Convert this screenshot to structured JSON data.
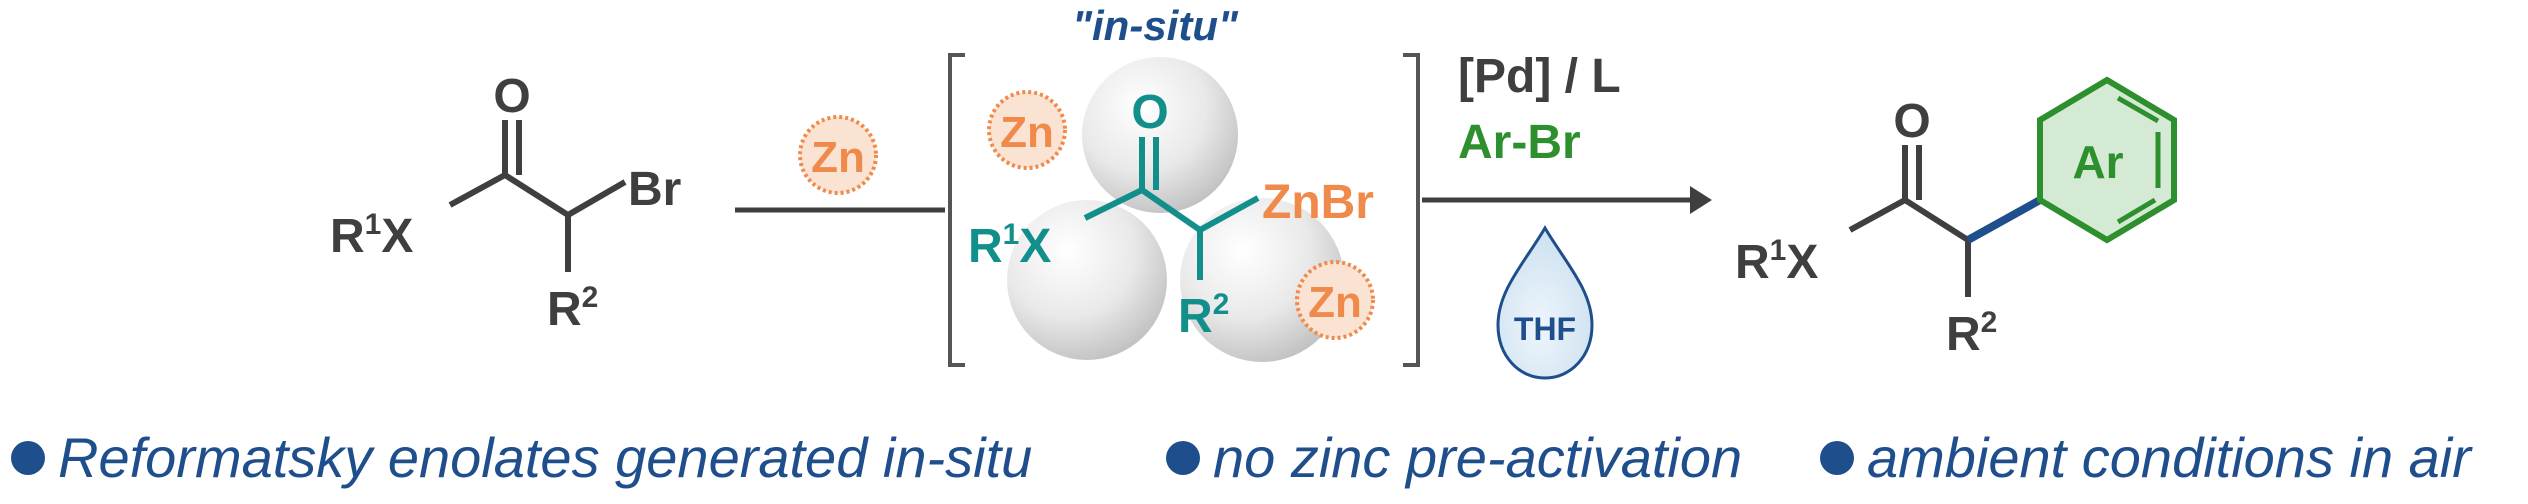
{
  "colors": {
    "dark_gray": "#3f3f3f",
    "teal": "#128f8b",
    "orange": "#f08a4b",
    "green": "#2e8f2e",
    "navy": "#1f4e8c",
    "sphere": "#e6e6e6"
  },
  "reactant": {
    "oxygen": "O",
    "bromine": "Br",
    "r1": "R",
    "r1_sup": "1",
    "x": "X",
    "r2": "R",
    "r2_sup": "2"
  },
  "zn_reagent": "Zn",
  "intermediate": {
    "label": "\"in-situ\"",
    "zn_top": "Zn",
    "zn_bottom": "Zn",
    "oxygen": "O",
    "znbr": "ZnBr",
    "r1": "R",
    "r1_sup": "1",
    "x": "X",
    "r2": "R",
    "r2_sup": "2"
  },
  "conditions": {
    "catalyst": "[Pd] / L",
    "aryl_halide": "Ar-Br",
    "solvent": "THF"
  },
  "product": {
    "oxygen": "O",
    "aryl": "Ar",
    "r1": "R",
    "r1_sup": "1",
    "x": "X",
    "r2": "R",
    "r2_sup": "2"
  },
  "features": [
    "Reformatsky enolates generated in-situ",
    "no zinc pre-activation",
    "ambient conditions in air"
  ]
}
